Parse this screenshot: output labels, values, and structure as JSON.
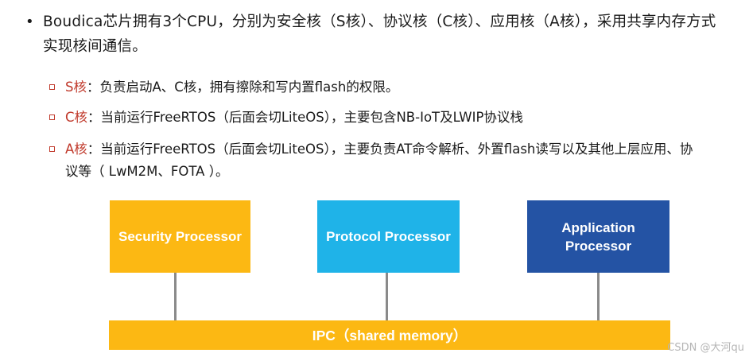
{
  "main_bullet": {
    "marker": "•",
    "text": "Boudica芯片拥有3个CPU，分别为安全核（S核）、协议核（C核）、应用核（A核），采用共享内存方式实现核间通信。"
  },
  "sub_items": [
    {
      "key": "S核",
      "text": "：负责启动A、C核，拥有擦除和写内置flash的权限。"
    },
    {
      "key": "C核",
      "text": "：当前运行FreeRTOS（后面会切LiteOS），主要包含NB-IoT及LWIP协议栈"
    },
    {
      "key": "A核",
      "text": "：当前运行FreeRTOS（后面会切LiteOS），主要负责AT命令解析、外置flash读写以及其他上层应用、协议等（ LwM2M、FOTA ）。"
    }
  ],
  "diagram": {
    "security_label": "Security Processor",
    "protocol_label": "Protocol Processor",
    "application_label_line1": "Application",
    "application_label_line2": "Processor",
    "bus_label": "IPC（shared memory）",
    "colors": {
      "security": "#fcb813",
      "protocol": "#1fb3e8",
      "application": "#2453a4",
      "bus": "#fcb813",
      "connector": "#8a8a8a",
      "accent_red": "#c0392b"
    }
  },
  "watermark": "CSDN @大河qu"
}
